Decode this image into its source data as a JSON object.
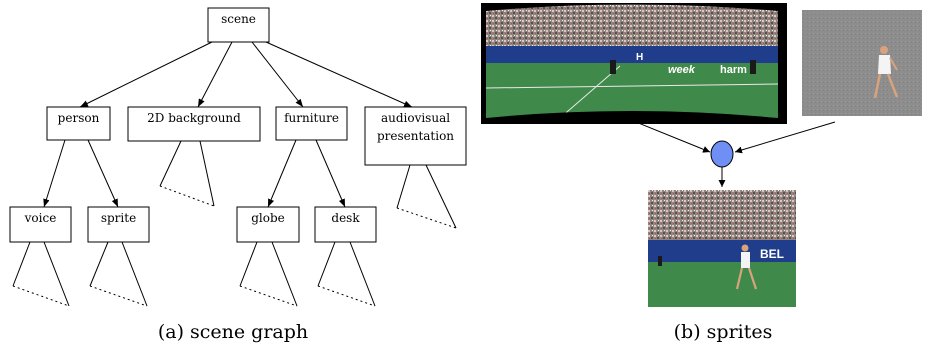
{
  "scene_graph": {
    "caption": "(a) scene graph",
    "nodes": {
      "scene": "scene",
      "person": "person",
      "background": "2D background",
      "furniture": "furniture",
      "av_line1": "audiovisual",
      "av_line2": "presentation",
      "voice": "voice",
      "sprite": "sprite",
      "globe": "globe",
      "desk": "desk"
    }
  },
  "sprites": {
    "caption": "(b) sprites",
    "panorama_label": "tennis court panorama sprite",
    "player_label": "tennis player sprite",
    "composite_label": "composited scene",
    "compositor_color": "#6f8ff5",
    "court_color": "#3f8a4a",
    "crowd_color": "#9a8a86",
    "gray_bg": "#8d8d8d"
  }
}
